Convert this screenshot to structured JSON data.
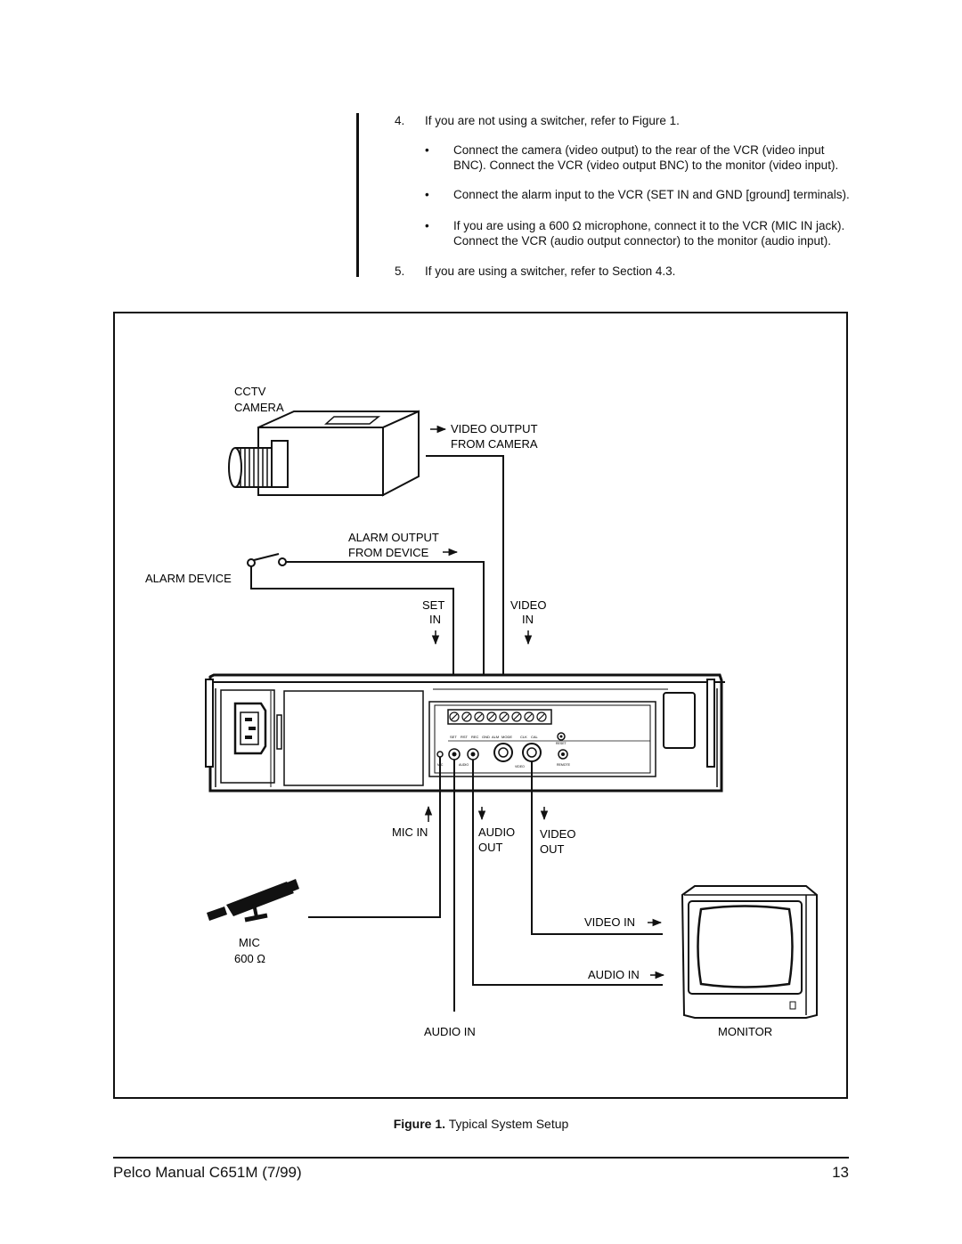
{
  "instructions": {
    "step4": {
      "num": "4.",
      "text": "If you are not using a switcher, refer to Figure 1."
    },
    "bullets": [
      "Connect the camera (video output) to the rear of the VCR (video input BNC). Connect the VCR (video output BNC) to the monitor (video input).",
      "Connect the alarm input to the VCR (SET IN and GND [ground] terminals).",
      "If you are using a 600 Ω microphone, connect it to the VCR (MIC IN jack). Connect the VCR (audio output connector) to the monitor (audio input)."
    ],
    "step5": {
      "num": "5.",
      "text": "If you are using a switcher, refer to Section 4.3."
    }
  },
  "figure": {
    "labels": {
      "cctv": "CCTV",
      "camera": "CAMERA",
      "video_output": "VIDEO OUTPUT",
      "from_camera": "FROM CAMERA",
      "alarm_output": "ALARM OUTPUT",
      "from_device": "FROM DEVICE",
      "alarm_device": "ALARM DEVICE",
      "set": "SET",
      "in_set": "IN",
      "video_top": "VIDEO",
      "in_video": "IN",
      "mic_in": "MIC IN",
      "audio_out_1": "AUDIO",
      "audio_out_2": "OUT",
      "video_out_1": "VIDEO",
      "video_out_2": "OUT",
      "mic": "MIC",
      "mic_ohms": "600 Ω",
      "video_in": "VIDEO IN",
      "audio_in_right": "AUDIO IN",
      "audio_in_bottom": "AUDIO IN",
      "monitor": "MONITOR"
    },
    "terminals": [
      "SET",
      "RST",
      "REC",
      "GND",
      "ALM",
      "MODE",
      "CLK",
      "CAL"
    ]
  },
  "caption": {
    "prefix": "Figure 1.",
    "text": "Typical System Setup"
  },
  "footer": {
    "left": "Pelco Manual C651M (7/99)",
    "page": "13"
  }
}
